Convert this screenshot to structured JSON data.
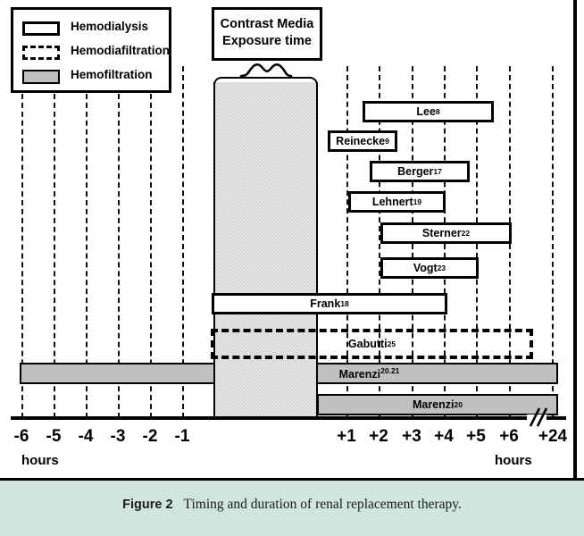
{
  "figure": {
    "caption_label": "Figure 2",
    "caption_text": "Timing and duration of renal replacement therapy.",
    "band_color": "#cfe6dd"
  },
  "legend": {
    "items": [
      {
        "label": "Hemodialysis",
        "swatch": "open-rectangle-icon",
        "style": "solid-outline-white"
      },
      {
        "label": "Hemodiafiltration",
        "swatch": "dashed-rectangle-icon",
        "style": "dashed-outline-white"
      },
      {
        "label": "Hemofiltration",
        "swatch": "filled-rectangle-icon",
        "style": "solid-outline-gray"
      }
    ]
  },
  "contrast": {
    "label_line1": "Contrast Media",
    "label_line2": "Exposure time",
    "start_hour": -0.5,
    "end_hour": 0.5,
    "fill": "#e8e8e8"
  },
  "axis": {
    "ticks": [
      "-6",
      "-5",
      "-4",
      "-3",
      "-2",
      "-1",
      "+1",
      "+2",
      "+3",
      "+4",
      "+5",
      "+6",
      "+24"
    ],
    "left_unit": "hours",
    "right_unit": "hours",
    "has_break_before_last": true
  },
  "chart_data": {
    "type": "bar",
    "title": "Timing and duration of renal replacement therapy",
    "xlabel": "hours",
    "ylabel": "",
    "xlim": [
      -6.6,
      24.5
    ],
    "grid": true,
    "legend_position": "top-left",
    "orientation": "horizontal-gantt",
    "categories": [
      "Lee8",
      "Reinecke9",
      "Berger17",
      "Lehnert19",
      "Sterner22",
      "Vogt23",
      "Frank18",
      "Gabutti25",
      "Marenzi20.21",
      "Marenzi20"
    ],
    "bars": [
      {
        "name": "Lee",
        "ref": "8",
        "modality": "Hemodialysis",
        "start_hour": 0.5,
        "end_hour": 4.5
      },
      {
        "name": "Reinecke",
        "ref": "9",
        "modality": "Hemodialysis",
        "start_hour": -0.6,
        "end_hour": 1.5
      },
      {
        "name": "Berger",
        "ref": "17",
        "modality": "Hemodialysis",
        "start_hour": 0.7,
        "end_hour": 3.8
      },
      {
        "name": "Lehnert",
        "ref": "19",
        "modality": "Hemodialysis",
        "start_hour": 0.1,
        "end_hour": 3.0
      },
      {
        "name": "Sterner",
        "ref": "22",
        "modality": "Hemodialysis",
        "start_hour": 1.0,
        "end_hour": 5.1
      },
      {
        "name": "Vogt",
        "ref": "23",
        "modality": "Hemodialysis",
        "start_hour": 1.0,
        "end_hour": 4.0
      },
      {
        "name": "Frank",
        "ref": "18",
        "modality": "Hemodialysis",
        "start_hour": -4.2,
        "end_hour": 3.1
      },
      {
        "name": "Gabutti",
        "ref": "25",
        "modality": "Hemodiafiltration",
        "start_hour": -4.2,
        "end_hour": 6.0
      },
      {
        "name": "Marenzi",
        "ref": "20.21",
        "modality": "Hemofiltration",
        "start_hour": -6.2,
        "end_hour": 6.8
      },
      {
        "name": "Marenzi",
        "ref": "20",
        "modality": "Hemofiltration",
        "start_hour": 0.5,
        "end_hour": 6.8
      }
    ]
  }
}
